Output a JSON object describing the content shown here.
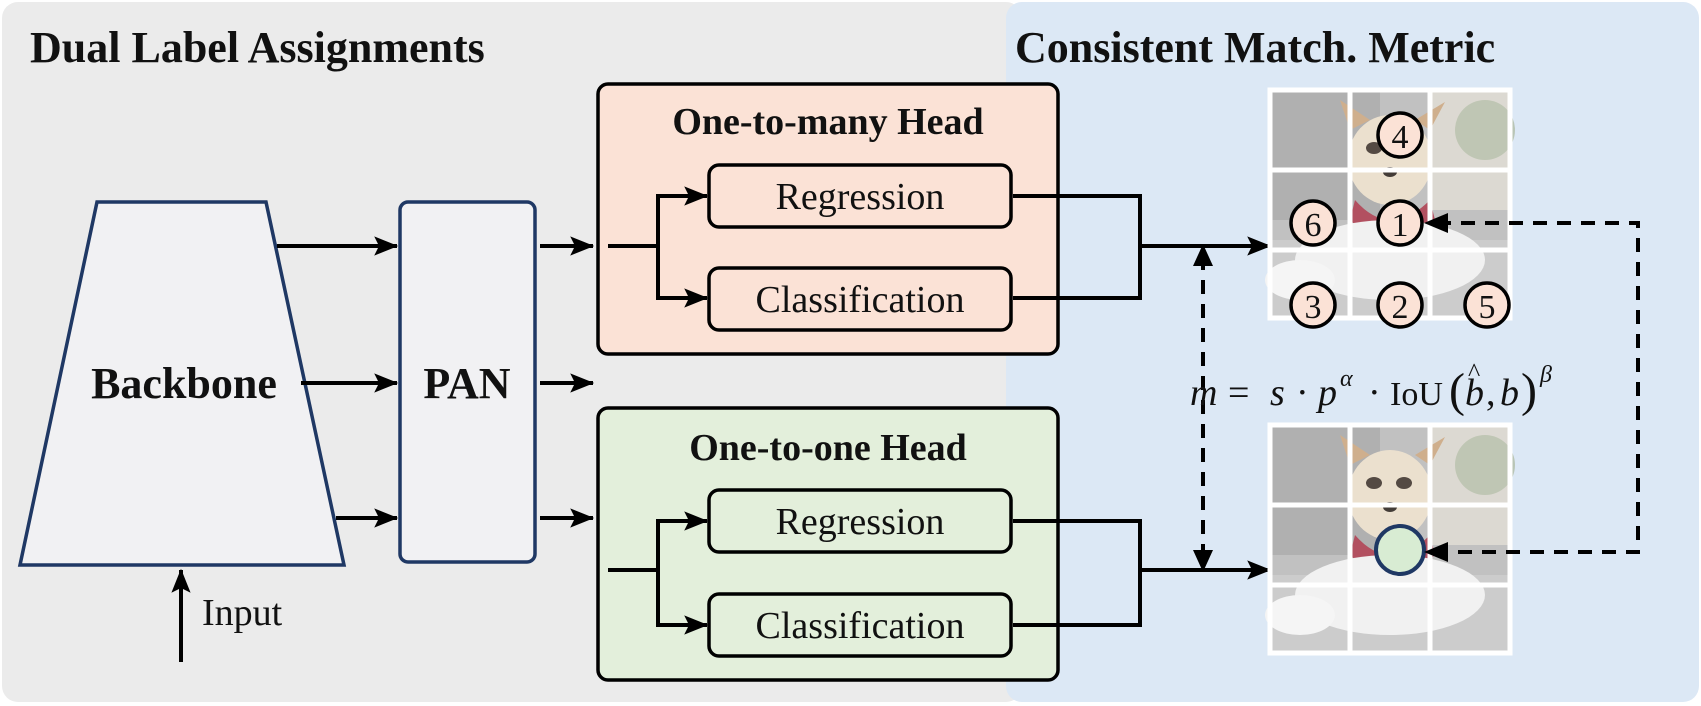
{
  "left_panel": {
    "title": "Dual Label Assignments"
  },
  "right_panel": {
    "title": "Consistent Match. Metric"
  },
  "backbone": {
    "label": "Backbone"
  },
  "pan": {
    "label": "PAN"
  },
  "input": {
    "label": "Input"
  },
  "one_to_many_head": {
    "title": "One-to-many Head",
    "regression": "Regression",
    "classification": "Classification"
  },
  "one_to_one_head": {
    "title": "One-to-one Head",
    "regression": "Regression",
    "classification": "Classification"
  },
  "formula": {
    "m": "m",
    "eq": "=",
    "s": "s",
    "dot": "·",
    "p": "p",
    "alpha": "α",
    "iou": "IoU",
    "bhat": "b",
    "hat": "^",
    "comma": ",",
    "b": "b",
    "beta": "β"
  },
  "grid_top": {
    "markers": [
      "4",
      "6",
      "1",
      "3",
      "2",
      "5"
    ]
  },
  "colors": {
    "left_bg": "#ebebeb",
    "right_bg": "#dce8f5",
    "backbone_fill": "#f1f1f3",
    "backbone_stroke": "#1f3864",
    "one_to_many_fill": "#fbe2d6",
    "one_to_one_fill": "#e3efdb",
    "marker_top": "#fbe2d6",
    "marker_bottom": "#d8ecd3"
  }
}
